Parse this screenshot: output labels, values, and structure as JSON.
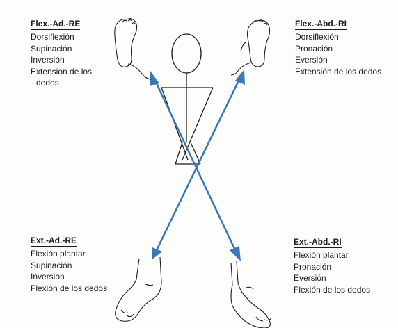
{
  "quadrants": {
    "top_left": {
      "title": "Flex.-Ad.-RE",
      "items": [
        "Dorsiflexión",
        "Supinación",
        "Inversión",
        "Extensión de los",
        "dedos"
      ]
    },
    "top_right": {
      "title": "Flex.-Abd.-RI",
      "items": [
        "Dorsiflexión",
        "Pronación",
        "Eversión",
        "Extensión de los dedos"
      ]
    },
    "bottom_left": {
      "title": "Ext.-Ad.-RE",
      "items": [
        "Flexión plantar",
        "Supinación",
        "Inversión",
        "Flexión de los dedos"
      ]
    },
    "bottom_right": {
      "title": "Ext.-Abd.-RI",
      "items": [
        "Flexión plantar",
        "Pronación",
        "Eversión",
        "Flexión de los dedos"
      ]
    }
  },
  "colors": {
    "arrow": "#3a78b8",
    "line": "#1c1c1c"
  }
}
